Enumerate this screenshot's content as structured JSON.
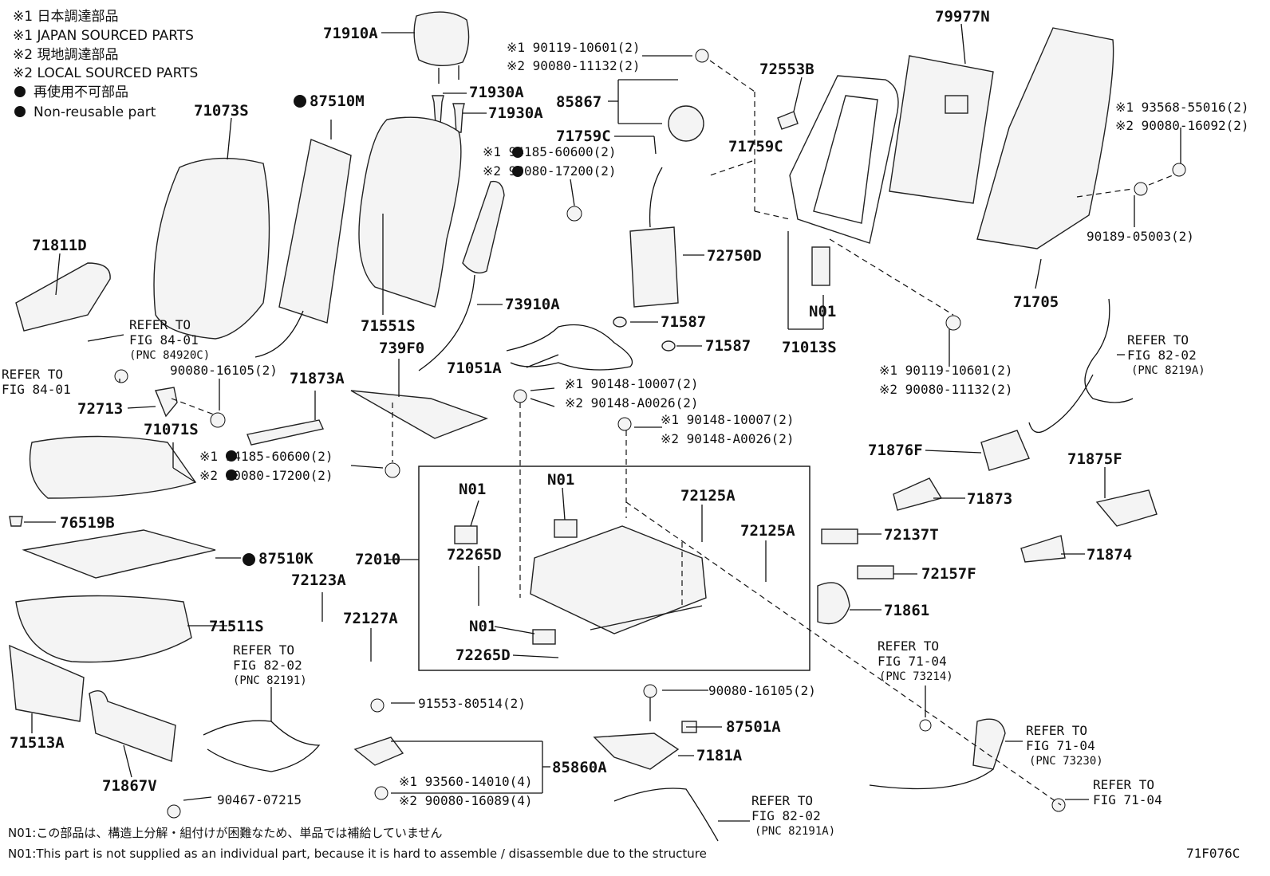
{
  "legend": {
    "l1": "※1 日本調達部品",
    "l2": "※1 JAPAN SOURCED PARTS",
    "l3": "※2 現地調達部品",
    "l4": "※2 LOCAL SOURCED PARTS",
    "l5": "再使用不可部品",
    "l6": "Non-reusable part"
  },
  "labels": {
    "p71910A": "71910A",
    "p71930A_1": "71930A",
    "p71930A_2": "71930A",
    "p71073S": "71073S",
    "p87510M": "87510M",
    "p71811D": "71811D",
    "p71551S": "71551S",
    "p739F0": "739F0",
    "p73910A": "73910A",
    "p71051A": "71051A",
    "p85867": "85867",
    "p71759C_1": "71759C",
    "p71759C_2": "71759C",
    "p72553B": "72553B",
    "p72750D": "72750D",
    "p71587_1": "71587",
    "p71587_2": "71587",
    "p79977N": "79977N",
    "p71705": "71705",
    "pN01_top": "N01",
    "p71013S": "71013S",
    "p72713": "72713",
    "p71873A": "71873A",
    "p71071S": "71071S",
    "p76519B": "76519B",
    "p87510K": "87510K",
    "p72010": "72010",
    "p72123A": "72123A",
    "p72127A": "72127A",
    "p71511S": "71511S",
    "p71513A": "71513A",
    "p71867V": "71867V",
    "pN01_a": "N01",
    "pN01_b": "N01",
    "pN01_c": "N01",
    "p72265D_1": "72265D",
    "p72265D_2": "72265D",
    "p72125A_1": "72125A",
    "p72125A_2": "72125A",
    "p87501A": "87501A",
    "p7181A": "7181A",
    "p85860A": "85860A",
    "p71876F": "71876F",
    "p71873": "71873",
    "p71875F": "71875F",
    "p72137T": "72137T",
    "p71874": "71874",
    "p72157F": "72157F",
    "p71861": "71861"
  },
  "bolts": {
    "b1a": "※1 90119-10601(2)",
    "b1b": "※2 90080-11132(2)",
    "b2a": "※1 94185-60600(2)",
    "b2b": "※2 90080-17200(2)",
    "b3a": "※1 93568-55016(2)",
    "b3b": "※2 90080-16092(2)",
    "b4": "90189-05003(2)",
    "b5a": "※1 90119-10601(2)",
    "b5b": "※2 90080-11132(2)",
    "b6": "90080-16105(2)",
    "b7a": "※1 94185-60600(2)",
    "b7b": "※2 90080-17200(2)",
    "b8a": "※1 90148-10007(2)",
    "b8b": "※2 90148-A0026(2)",
    "b9a": "※1 90148-10007(2)",
    "b9b": "※2 90148-A0026(2)",
    "b10": "90080-16105(2)",
    "b11": "91553-80514(2)",
    "b12a": "※1 93560-14010(4)",
    "b12b": "※2 90080-16089(4)",
    "b13": "90467-07215"
  },
  "refs": {
    "r1a": "REFER TO",
    "r1b": "FIG 84-01",
    "r1c": "(PNC 84920C)",
    "r2a": "REFER TO",
    "r2b": "FIG 84-01",
    "r3a": "REFER TO",
    "r3b": "FIG 82-02",
    "r3c": "(PNC 8219A)",
    "r4a": "REFER TO",
    "r4b": "FIG 82-02",
    "r4c": "(PNC 82191)",
    "r5a": "REFER TO",
    "r5b": "FIG 71-04",
    "r5c": "(PNC 73214)",
    "r6a": "REFER TO",
    "r6b": "FIG 71-04",
    "r6c": "(PNC 73230)",
    "r7a": "REFER TO",
    "r7b": "FIG 71-04",
    "r8a": "REFER TO",
    "r8b": "FIG 82-02",
    "r8c": "(PNC 82191A)"
  },
  "notes": {
    "jp": "N01:この部品は、構造上分解・組付けが困難なため、単品では補給していません",
    "en": "N01:This part is not supplied as an individual part, because it is hard to assemble / disassemble due to the structure",
    "code": "71F076C"
  }
}
